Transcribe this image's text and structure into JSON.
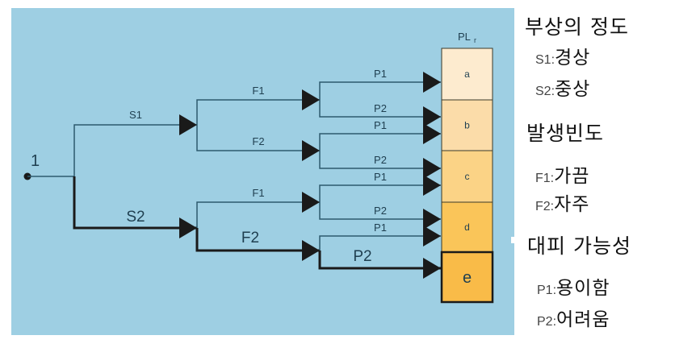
{
  "diagram": {
    "start_label": "1",
    "plr_header": "PL",
    "plr_sub": "r",
    "severity_labels": [
      "S1",
      "S2"
    ],
    "frequency_labels": [
      "F1",
      "F2"
    ],
    "avoidance_labels": [
      "P1",
      "P2"
    ],
    "levels": [
      {
        "label": "a",
        "color": "#fdebcf"
      },
      {
        "label": "b",
        "color": "#fbdca9"
      },
      {
        "label": "c",
        "color": "#fbd386"
      },
      {
        "label": "d",
        "color": "#fac559"
      },
      {
        "label": "e",
        "color": "#f9bb48"
      }
    ],
    "highlighted_path": [
      "S2",
      "F2",
      "P2",
      "e"
    ],
    "colors": {
      "background": "#9ecfe3",
      "line": "#2d5a6e",
      "line_bold": "#1a1a1a",
      "arrow": "#1a1a1a"
    }
  },
  "legend": {
    "severity": {
      "title": "부상의 정도",
      "items": [
        {
          "key": "S1:",
          "value": "경상"
        },
        {
          "key": "S2:",
          "value": "중상"
        }
      ]
    },
    "frequency": {
      "title": "발생빈도",
      "items": [
        {
          "key": "F1:",
          "value": "가끔"
        },
        {
          "key": "F2:",
          "value": "자주"
        }
      ]
    },
    "avoidance": {
      "title": "대피 가능성",
      "items": [
        {
          "key": "P1:",
          "value": "용이함"
        },
        {
          "key": "P2:",
          "value": "어려움"
        }
      ]
    }
  }
}
